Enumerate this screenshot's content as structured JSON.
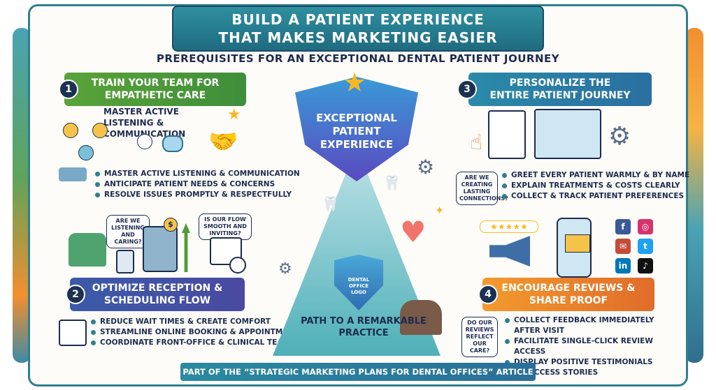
{
  "title": {
    "line1": "BUILD A PATIENT EXPERIENCE",
    "line2": "THAT MAKES MARKETING EASIER"
  },
  "subtitle": "PREREQUISITES FOR AN EXCEPTIONAL DENTAL PATIENT JOURNEY",
  "center": {
    "shield_text": "EXCEPTIONAL PATIENT EXPERIENCE",
    "logo_text": "DENTAL OFFICE LOGO",
    "path_label": "PATH TO A REMARKABLE PRACTICE"
  },
  "sections": [
    {
      "number": "1",
      "title": "TRAIN YOUR TEAM FOR EMPATHETIC CARE",
      "mini_title": "MASTER ACTIVE LISTENING & COMMUNICATION",
      "bullets": [
        "MASTER ACTIVE LISTENING & COMMUNICATION",
        "ANTICIPATE PATIENT NEEDS & CONCERNS",
        "RESOLVE ISSUES PROMPTLY & RESPECTFULLY"
      ]
    },
    {
      "number": "2",
      "title": "OPTIMIZE RECEPTION & SCHEDULING FLOW",
      "bubble_a": "ARE WE LISTENING AND CARING?",
      "bubble_b": "IS OUR FLOW SMOOTH AND INVITING?",
      "bullets": [
        "REDUCE WAIT TIMES & CREATE COMFORT",
        "STREAMLINE ONLINE BOOKING & APPOINTMENTS",
        "COORDINATE FRONT-OFFICE & CLINICAL TEAM"
      ]
    },
    {
      "number": "3",
      "title": "PERSONALIZE THE ENTIRE PATIENT JOURNEY",
      "bubble": "ARE WE CREATING LASTING CONNECTIONS?",
      "bullets": [
        "GREET EVERY PATIENT WARMLY & BY NAME",
        "EXPLAIN TREATMENTS & COSTS CLEARLY",
        "COLLECT & TRACK PATIENT PREFERENCES"
      ]
    },
    {
      "number": "4",
      "title": "ENCOURAGE REVIEWS & SHARE PROOF",
      "bubble": "DO OUR REVIEWS REFLECT OUR CARE?",
      "stars": "★★★★★",
      "bullets": [
        "COLLECT FEEDBACK IMMEDIATELY AFTER VISIT",
        "FACILITATE SINGLE-CLICK REVIEW ACCESS",
        "DISPLAY POSITIVE TESTIMONIALS & SUCCESS STORIES"
      ]
    }
  ],
  "social_icons": [
    "facebook-icon",
    "instagram-icon",
    "email-icon",
    "twitter-icon",
    "linkedin-icon",
    "tiktok-icon"
  ],
  "social_glyphs": {
    "facebook": "f",
    "instagram": "◎",
    "email": "✉",
    "twitter": "t",
    "linkedin": "in",
    "tiktok": "♪"
  },
  "footer": "PART OF THE “STRATEGIC MARKETING PLANS FOR DENTAL OFFICES” ARTICLE",
  "colors": {
    "section1": "#4f9a3a",
    "section2": "#3f55a6",
    "section3": "#2a80a6",
    "section4": "#ef8a2c",
    "accent": "#2f7f8f"
  }
}
